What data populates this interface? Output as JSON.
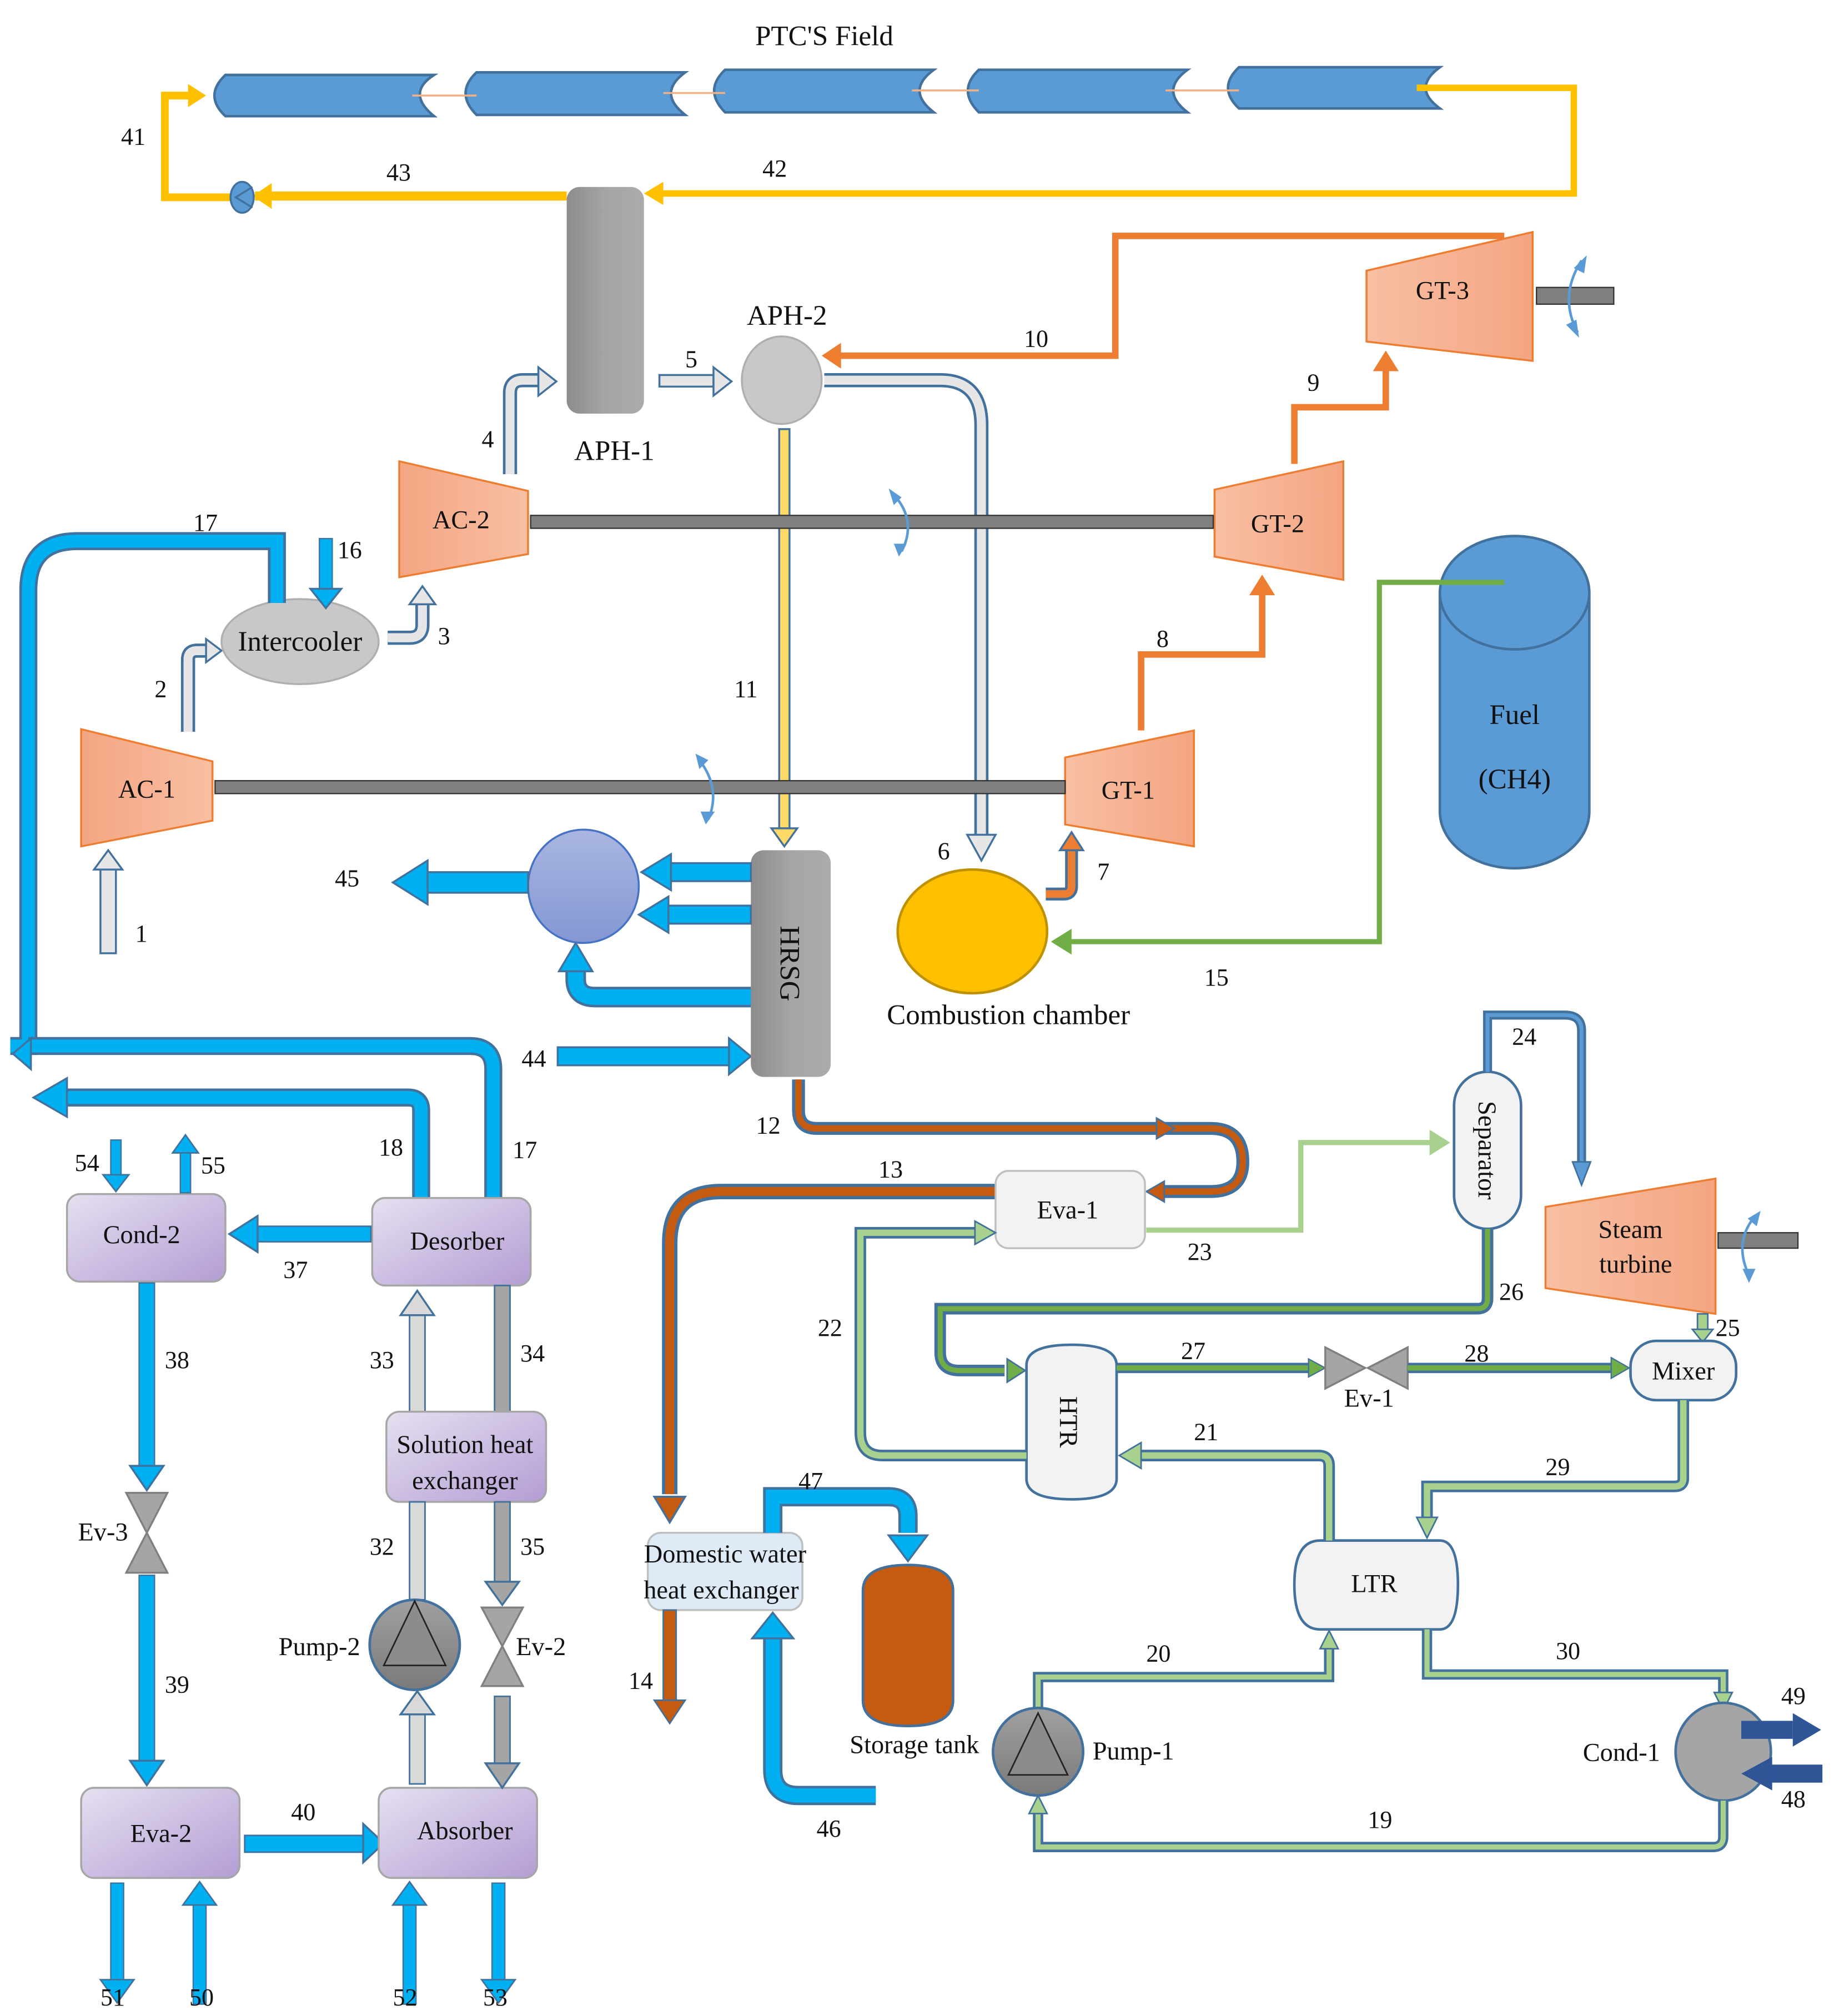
{
  "title": "PTC'S Field",
  "colors": {
    "solar_oil": "#FFC000",
    "exhaust_gas": "#ED7D31",
    "air": "#E7E6E6",
    "air_outline": "#41719C",
    "water_blue": "#00B0F0",
    "fuel_green": "#70AD47",
    "orc_light_green": "#A9D18E",
    "orc_dark_green": "#70AD47",
    "hot_flue": "#C55A11",
    "turbine_orange": "#F4B183",
    "collector_blue": "#5B9BD5",
    "absorption_purple": "#C5B3DB",
    "shaft_gray": "#808080"
  },
  "components": {
    "ac1": "AC-1",
    "ac2": "AC-2",
    "intercooler": "Intercooler",
    "aph1": "APH-1",
    "aph2": "APH-2",
    "gt1": "GT-1",
    "gt2": "GT-2",
    "gt3": "GT-3",
    "fuel_line1": "Fuel",
    "fuel_line2": "(CH4)",
    "combustion": "Combustion chamber",
    "hrsg": "HRSG",
    "eva1": "Eva-1",
    "separator": "Separator",
    "steam_turbine_line1": "Steam",
    "steam_turbine_line2": "turbine",
    "htr": "HTR",
    "ltr": "LTR",
    "ev1": "Ev-1",
    "mixer": "Mixer",
    "pump1": "Pump-1",
    "cond1": "Cond-1",
    "dwhx_line1": "Domestic water",
    "dwhx_line2": "heat exchanger",
    "storage": "Storage tank",
    "cond2": "Cond-2",
    "desorber": "Desorber",
    "shx_line1": "Solution heat",
    "shx_line2": "exchanger",
    "pump2": "Pump-2",
    "ev2": "Ev-2",
    "ev3": "Ev-3",
    "eva2": "Eva-2",
    "absorber": "Absorber"
  },
  "streams": {
    "s1": "1",
    "s2": "2",
    "s3": "3",
    "s4": "4",
    "s5": "5",
    "s6": "6",
    "s7": "7",
    "s8": "8",
    "s9": "9",
    "s10": "10",
    "s11": "11",
    "s12": "12",
    "s13": "13",
    "s14": "14",
    "s15": "15",
    "s16": "16",
    "s17a": "17",
    "s17b": "17",
    "s18": "18",
    "s19": "19",
    "s20": "20",
    "s21": "21",
    "s22": "22",
    "s23": "23",
    "s24": "24",
    "s25": "25",
    "s26": "26",
    "s27": "27",
    "s28": "28",
    "s29": "29",
    "s30": "30",
    "s32": "32",
    "s33": "33",
    "s34": "34",
    "s35": "35",
    "s37": "37",
    "s38": "38",
    "s39": "39",
    "s40": "40",
    "s41": "41",
    "s42": "42",
    "s43": "43",
    "s44": "44",
    "s45": "45",
    "s46": "46",
    "s47": "47",
    "s48": "48",
    "s49": "49",
    "s50": "50",
    "s51": "51",
    "s52": "52",
    "s53": "53",
    "s54": "54",
    "s55": "55"
  }
}
